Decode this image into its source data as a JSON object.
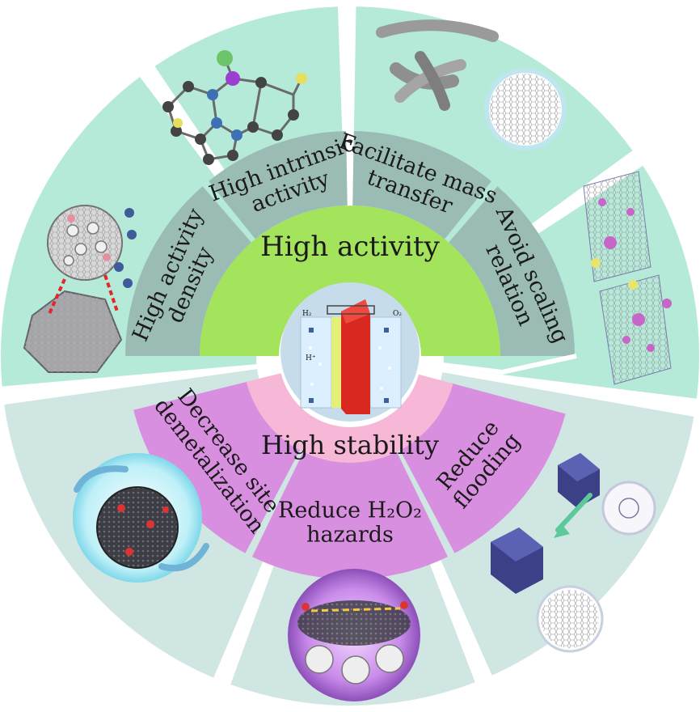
{
  "center": {
    "top_title": "High activity",
    "bottom_title": "High stability",
    "cell_labels": {
      "h2": "H₂",
      "o2": "O₂",
      "hplus": "H⁺"
    }
  },
  "activity_strategies": [
    {
      "id": "density",
      "lines": [
        "High activity",
        "density"
      ]
    },
    {
      "id": "intrinsic",
      "lines": [
        "High intrinsic",
        "activity"
      ]
    },
    {
      "id": "mass",
      "lines": [
        "Facilitate mass",
        "transfer"
      ]
    },
    {
      "id": "scaling",
      "lines": [
        "Avoid scaling",
        "relation"
      ]
    }
  ],
  "stability_strategies": [
    {
      "id": "flooding",
      "lines": [
        "Reduce",
        "flooding"
      ]
    },
    {
      "id": "h2o2",
      "lines": [
        "Reduce H₂O₂",
        "hazards"
      ]
    },
    {
      "id": "demetal",
      "lines": [
        "Decrease site",
        "demetalization"
      ]
    }
  ],
  "colors": {
    "outer_activity": "#b5ead9",
    "outer_stability": "#cfe6e2",
    "strategy_ring": "#9bbcb5",
    "activity_core": "#a4e35c",
    "stability_ring": "#d98fe0",
    "stability_core": "#f7b7d6",
    "center_disc": "#c6dcea"
  }
}
